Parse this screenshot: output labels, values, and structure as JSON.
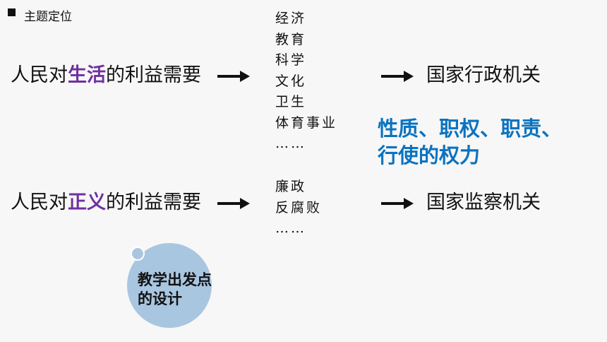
{
  "header": {
    "title": "主题定位"
  },
  "rows": [
    {
      "label_prefix": "人民对",
      "label_highlight": "生活",
      "label_suffix": "的利益需要",
      "items": [
        "经济",
        "教育",
        "科学",
        "文化",
        "卫生",
        "体育事业",
        "……"
      ],
      "target": "国家行政机关"
    },
    {
      "label_prefix": "人民对",
      "label_highlight": "正义",
      "label_suffix": "的利益需要",
      "items": [
        "廉政",
        "反腐败",
        "……"
      ],
      "target": "国家监察机关"
    }
  ],
  "nature": {
    "line1": "性质、职权、职责、",
    "line2": "行使的权力"
  },
  "badge": {
    "line1": "教学出发点",
    "line2": "的设计"
  },
  "colors": {
    "highlight": "#7030a0",
    "nature_text": "#0b73c0",
    "circle": "#a9c6e1",
    "background": "#f7f7f7"
  }
}
